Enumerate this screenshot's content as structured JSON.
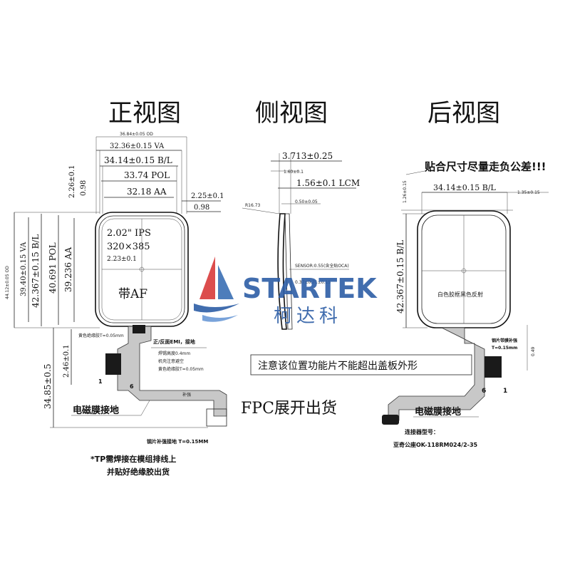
{
  "titles": {
    "front": "正视图",
    "side": "侧视图",
    "back": "后视图"
  },
  "front": {
    "dim_od": "36.84±0.05 OD",
    "dim_va": "32.36±0.15 VA",
    "dim_bl": "34.14±0.15 B/L",
    "dim_pol": "33.74 POL",
    "dim_aa": "32.18 AA",
    "dim_top_offset": "2.26±0.1",
    "dim_top_small": "0.98",
    "dim_right_offset": "2.25±0.1",
    "dim_right_small": "0.98",
    "dim_v_od": "44.12±0.05 OD",
    "dim_v_va": "39.40±0.15 VA",
    "dim_v_bl": "42.367±0.15 B/L",
    "dim_v_pol": "40.691 POL",
    "dim_v_aa": "39.236 AA",
    "spec_size": "2.02\" IPS",
    "spec_res": "320×385",
    "spec_center": "2.23±0.1",
    "af_label": "带AF",
    "dim_fpc_total": "34.85±0.5",
    "dim_fpc_small": "2.46±0.1",
    "note_yellow_tape": "黄色绝缘胶T=0.05mm",
    "note_pad": "正/反面EMI，接地",
    "note_solder": "焊锡高度0.4mm",
    "note_avoid": "机壳注意避空",
    "note_yellow_tape2": "黄色绝缘胶T=0.05mm",
    "label_pin1": "1",
    "label_pin6": "6",
    "label_pcb": "补强",
    "label_emi": "电磁膜接地",
    "note_steel": "钢片补强接地 T=0.15MM",
    "note_tp_1": "*TP需焊接在模组排线上",
    "note_tp_2": "并贴好绝缘胶出货"
  },
  "side": {
    "dim_total": "3.713±0.25",
    "dim_small": "1.60±0.1",
    "dim_lcm": "1.56±0.1 LCM",
    "dim_gap": "0.50±0.05",
    "dim_radius": "R16.73",
    "note_sensor": "SENSOR:0.55(含全贴OCA)",
    "note_bottom": "0.37±0.71±0.15"
  },
  "back": {
    "dim_top_offset": "1.26±0.15",
    "dim_bl": "34.14±0.15 B/L",
    "dim_right_offset": "1.35±0.15",
    "dim_v_bl": "42.367±0.15 B/L",
    "note_tape": "白色胶框黑色反射",
    "note_fit": "贴合尺寸尽量走负公差!!!",
    "note_steel": "钢片带膜补强",
    "note_steel2": "T=0.15mm",
    "dim_side": "0.49",
    "label_pin6": "6",
    "label_pin1": "1",
    "label_emi": "电磁膜接地",
    "note_conn_1": "连接器型号：",
    "note_conn_2": "亚奇公座OK-118RM024/2-35"
  },
  "center_notes": {
    "function_note": "注意该位置功能片不能超出盖板外形",
    "fpc_ship": "FPC展开出货"
  },
  "watermark": {
    "brand": "STARTEK",
    "brand_cn": "柯达科"
  }
}
